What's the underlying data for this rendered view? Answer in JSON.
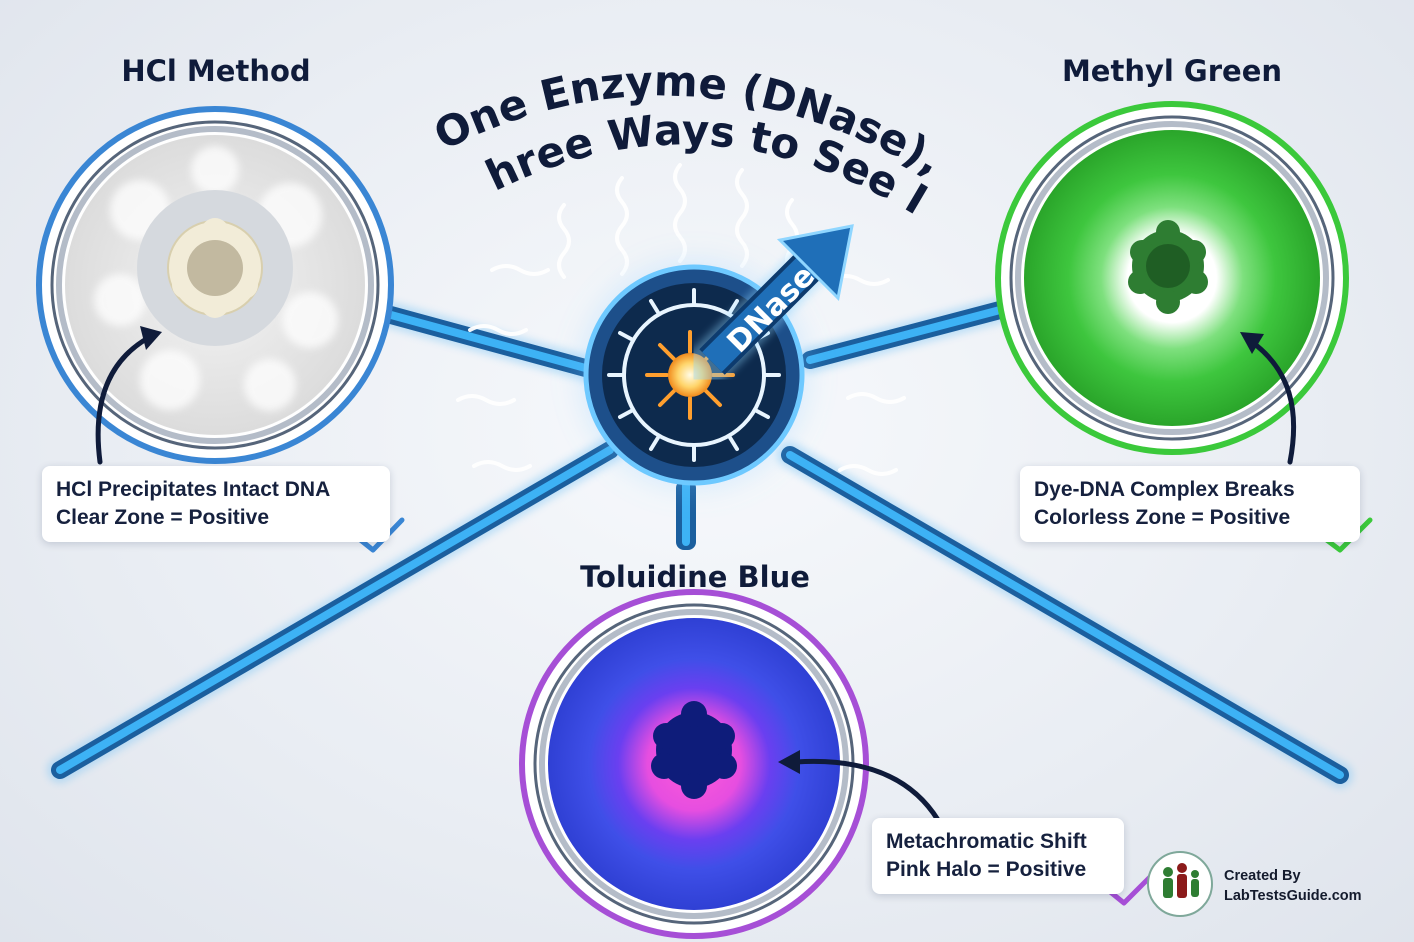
{
  "title": {
    "line1": "One Enzyme (DNase),",
    "line2": "Three Ways to See It"
  },
  "center": {
    "arrow_label": "DNase"
  },
  "methods": {
    "hcl": {
      "heading": "HCl Method",
      "note_line1": "HCl Precipitates Intact DNA",
      "note_line2": "Clear Zone = Positive",
      "color": "#3a86d4"
    },
    "methyl_green": {
      "heading": "Methyl Green",
      "note_line1": "Dye-DNA Complex Breaks",
      "note_line2": "Colorless Zone = Positive",
      "color": "#3bc93b"
    },
    "toluidine_blue": {
      "heading": "Toluidine Blue",
      "note_line1": "Metachromatic Shift",
      "note_line2": "Pink Halo = Positive",
      "color": "#a64fd6"
    }
  },
  "credit": {
    "line1": "Created By",
    "line2": "LabTestsGuide.com",
    "logo_text": "LabTestsGuide.com"
  },
  "icons": [
    "check-icon",
    "curved-arrow-icon",
    "sun-icon",
    "arrow-up-right-icon",
    "logo-icon"
  ],
  "colors": {
    "title": "#0f1b3a",
    "connector": "#1f8fe0",
    "center_ring": "#1d4f8a",
    "hub_dark": "#0d2a4d"
  }
}
